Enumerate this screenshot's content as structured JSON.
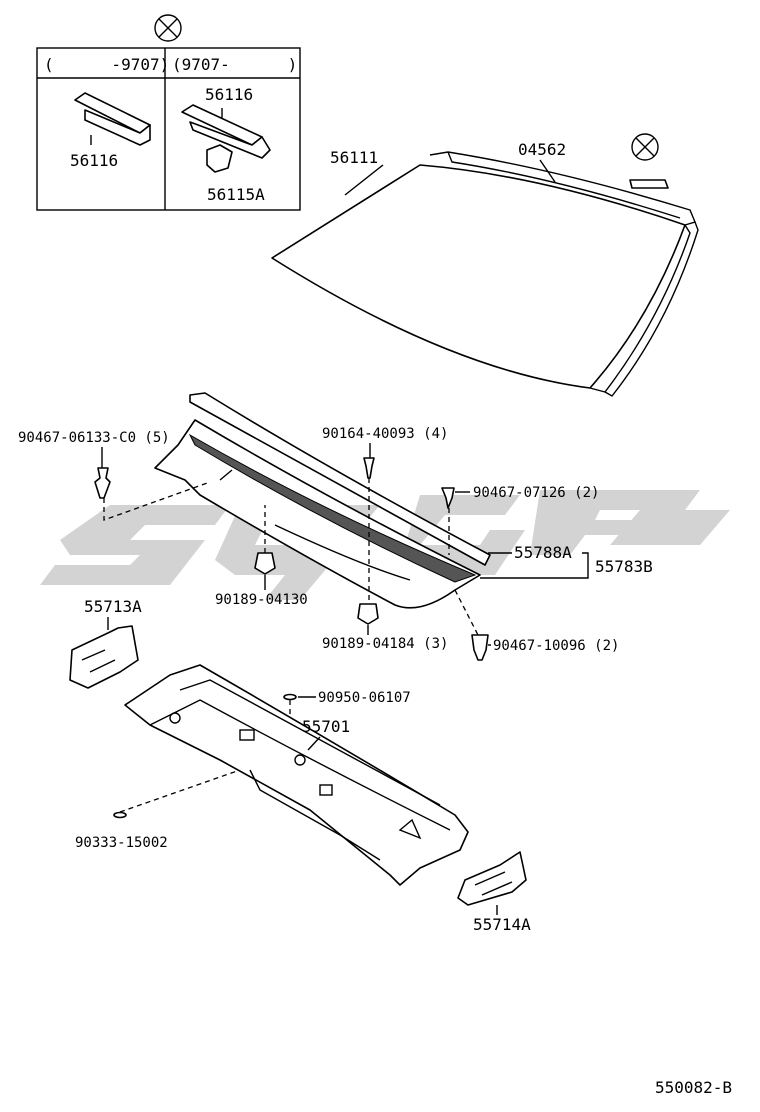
{
  "inset": {
    "col_left_header": "(      -9707)",
    "col_right_header": "(9707-      )",
    "left_part": "56116",
    "right_part_top": "56116",
    "right_part_bottom": "56115A"
  },
  "callouts": {
    "windshield": "56111",
    "molding": "04562",
    "clip1": "90467-06133-C0 (5)",
    "screw": "90164-40093 (4)",
    "clip2": "90467-07126 (2)",
    "seal": "55788A",
    "cowl_louver": "55783B",
    "nut1": "90189-04130",
    "nut2": "90189-04184 (3)",
    "clip3": "90467-10096 (2)",
    "bracket_left": "55713A",
    "plug1": "90950-06107",
    "cowl_panel": "55701",
    "plug2": "90333-15002",
    "bracket_right": "55714A"
  },
  "diagram_code": "550082-B",
  "watermark": {
    "color": "#d3d3d3"
  }
}
